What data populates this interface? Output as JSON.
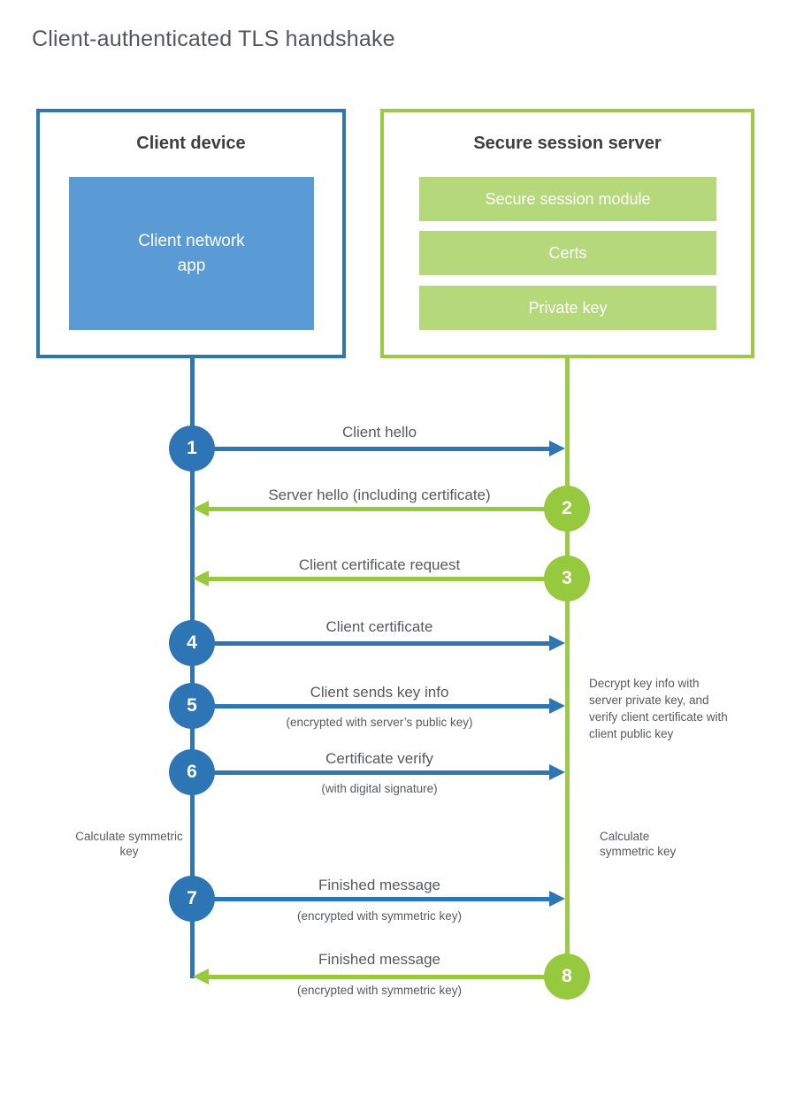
{
  "title": "Client-authenticated TLS handshake",
  "colors": {
    "blue": "#2e75b6",
    "blue_light": "#5b9bd5",
    "green": "#97c93f",
    "green_light": "#b5d97a",
    "heading_text": "#3e3e40",
    "label_text": "#58595b",
    "white": "#ffffff"
  },
  "client": {
    "heading": "Client device",
    "app_label": "Client network app"
  },
  "server": {
    "heading": "Secure session server",
    "modules": [
      "Secure session module",
      "Certs",
      "Private key"
    ]
  },
  "steps": [
    {
      "num": "1",
      "label": "Client hello",
      "direction": "right",
      "color": "blue"
    },
    {
      "num": "2",
      "label": "Server hello (including certificate)",
      "direction": "left",
      "color": "green"
    },
    {
      "num": "3",
      "label": "Client certificate request",
      "direction": "left",
      "color": "green"
    },
    {
      "num": "4",
      "label": "Client certificate",
      "direction": "right",
      "color": "blue"
    },
    {
      "num": "5",
      "label": "Client sends key info",
      "sub": "(encrypted with server’s public key)",
      "direction": "right",
      "color": "blue"
    },
    {
      "num": "6",
      "label": "Certificate verify",
      "sub": "(with digital signature)",
      "direction": "right",
      "color": "blue"
    },
    {
      "num": "7",
      "label": "Finished message",
      "sub": "(encrypted with symmetric key)",
      "direction": "right",
      "color": "blue"
    },
    {
      "num": "8",
      "label": "Finished message",
      "sub": "(encrypted with symmetric key)",
      "direction": "left",
      "color": "green"
    }
  ],
  "notes": {
    "decrypt": "Decrypt key info with server private key, and verify client certificate with client public key",
    "calc_left": "Calculate symmetric key",
    "calc_right": "Calculate symmetric key"
  }
}
